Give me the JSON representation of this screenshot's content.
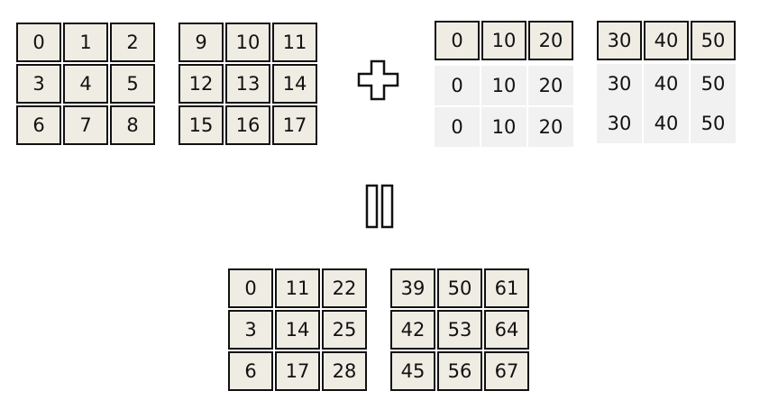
{
  "colors": {
    "cell_fill": "#efede3",
    "ghost_fill": "#f1f1f1",
    "border": "#111111",
    "text": "#111111"
  },
  "operator_icons": [
    "plus-icon",
    "equals-icon"
  ],
  "array_a": {
    "blocks": [
      [
        [
          "0",
          "1",
          "2"
        ],
        [
          "3",
          "4",
          "5"
        ],
        [
          "6",
          "7",
          "8"
        ]
      ],
      [
        [
          "9",
          "10",
          "11"
        ],
        [
          "12",
          "13",
          "14"
        ],
        [
          "15",
          "16",
          "17"
        ]
      ]
    ]
  },
  "array_b": {
    "blocks": [
      [
        [
          "0",
          "10",
          "20"
        ]
      ],
      [
        [
          "30",
          "40",
          "50"
        ]
      ]
    ],
    "broadcast_rows": [
      [
        [
          "0",
          "10",
          "20"
        ],
        [
          "0",
          "10",
          "20"
        ]
      ],
      [
        [
          "30",
          "40",
          "50"
        ],
        [
          "30",
          "40",
          "50"
        ]
      ]
    ]
  },
  "result": {
    "blocks": [
      [
        [
          "0",
          "11",
          "22"
        ],
        [
          "3",
          "14",
          "25"
        ],
        [
          "6",
          "17",
          "28"
        ]
      ],
      [
        [
          "39",
          "50",
          "61"
        ],
        [
          "42",
          "53",
          "64"
        ],
        [
          "45",
          "56",
          "67"
        ]
      ]
    ]
  }
}
